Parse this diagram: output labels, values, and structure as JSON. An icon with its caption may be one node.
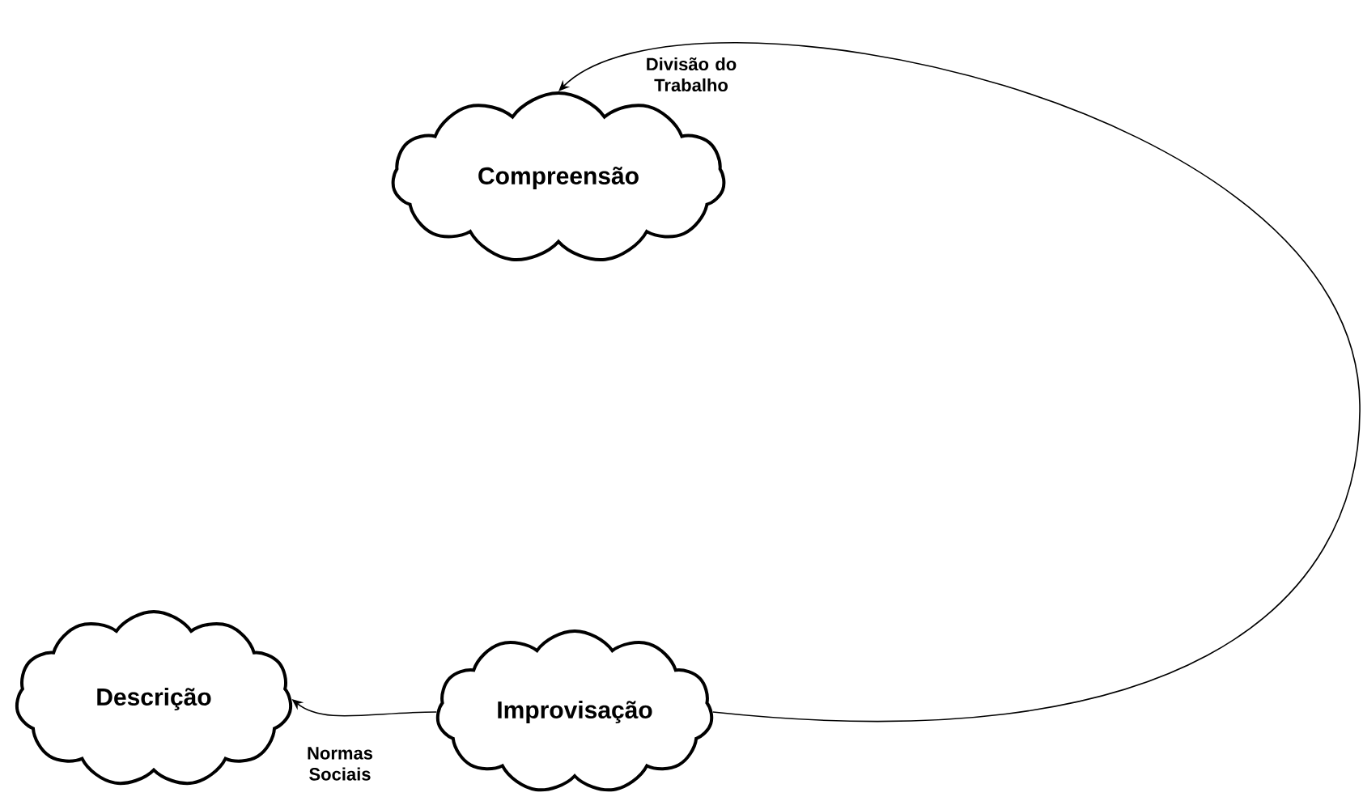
{
  "diagram": {
    "nodes": [
      {
        "text": [
          "Compreensão"
        ]
      },
      {
        "text": [
          "Descrição"
        ]
      },
      {
        "text": [
          "Improvisação"
        ]
      }
    ],
    "edges": [
      {
        "from": 2,
        "to": 1,
        "arrow": "to",
        "label": "Normas Sociais"
      },
      {
        "from": 2,
        "to": 0,
        "arrow": "to",
        "label": "Divisão do Trabalho"
      }
    ]
  }
}
